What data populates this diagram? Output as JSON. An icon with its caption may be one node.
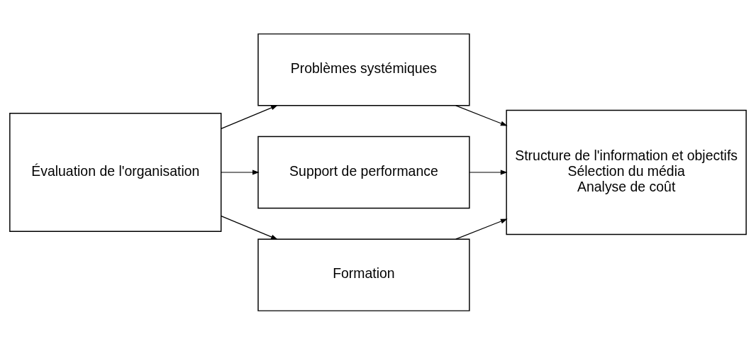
{
  "diagram": {
    "nodes": [
      {
        "text": [
          "Évaluation de l'organisation"
        ]
      },
      {
        "text": [
          "Problèmes systémiques"
        ]
      },
      {
        "text": [
          "Support de performance"
        ]
      },
      {
        "text": [
          "Formation"
        ]
      },
      {
        "text": [
          "Structure de l'information et objectifs",
          "Sélection du média",
          "Analyse de coût"
        ]
      }
    ],
    "edges": [
      {
        "from": 0,
        "to": 1,
        "arrow": "to"
      },
      {
        "from": 0,
        "to": 2,
        "arrow": "to"
      },
      {
        "from": 0,
        "to": 3,
        "arrow": "to"
      },
      {
        "from": 1,
        "to": 4,
        "arrow": "to"
      },
      {
        "from": 2,
        "to": 4,
        "arrow": "to"
      },
      {
        "from": 3,
        "to": 4,
        "arrow": "to"
      }
    ]
  }
}
